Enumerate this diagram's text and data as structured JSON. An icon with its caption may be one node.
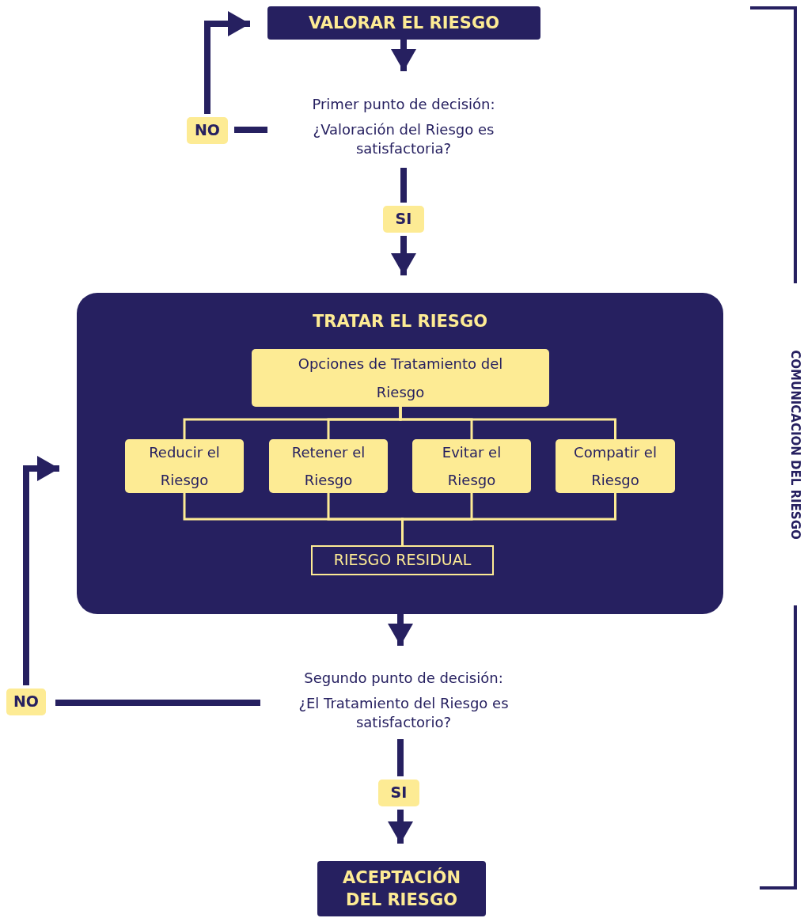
{
  "diagram": {
    "nodes": [
      {
        "text": [
          "VALORAR EL RIESGO"
        ]
      },
      {
        "text": [
          "Primer punto de decisión:",
          "¿Valoración del Riesgo es satisfactoria?"
        ]
      },
      {
        "text": [
          "NO"
        ]
      },
      {
        "text": [
          "SI"
        ]
      },
      {
        "text": [
          "TRATAR EL RIESGO"
        ]
      },
      {
        "text": [
          "Opciones de Tratamiento del Riesgo"
        ],
        "in": 4
      },
      {
        "text": [
          "Reducir el Riesgo"
        ],
        "in": 4
      },
      {
        "text": [
          "Retener el Riesgo"
        ],
        "in": 4
      },
      {
        "text": [
          "Evitar el Riesgo"
        ],
        "in": 4
      },
      {
        "text": [
          "Compatir el Riesgo"
        ],
        "in": 4
      },
      {
        "text": [
          "RIESGO RESIDUAL"
        ],
        "in": 4
      },
      {
        "text": [
          "Segundo punto de decisión:",
          "¿El Tratamiento del Riesgo es satisfactorio?"
        ]
      },
      {
        "text": [
          "NO"
        ]
      },
      {
        "text": [
          "SI"
        ]
      },
      {
        "text": [
          "ACEPTACIÓN DEL RIESGO"
        ]
      }
    ],
    "edges": [
      {
        "from": 0,
        "to": 1,
        "arrow": "to"
      },
      {
        "from": 1,
        "to": 2,
        "arrow": "none"
      },
      {
        "from": 2,
        "to": 0,
        "arrow": "to"
      },
      {
        "from": 1,
        "to": 3,
        "arrow": "none"
      },
      {
        "from": 3,
        "to": 4,
        "arrow": "to"
      },
      {
        "from": 5,
        "to": 6,
        "arrow": "none",
        "color": "#fdeb94"
      },
      {
        "from": 5,
        "to": 7,
        "arrow": "none",
        "color": "#fdeb94"
      },
      {
        "from": 5,
        "to": 8,
        "arrow": "none",
        "color": "#fdeb94"
      },
      {
        "from": 5,
        "to": 9,
        "arrow": "none",
        "color": "#fdeb94"
      },
      {
        "from": 6,
        "to": 10,
        "arrow": "none",
        "color": "#fdeb94"
      },
      {
        "from": 7,
        "to": 10,
        "arrow": "none",
        "color": "#fdeb94"
      },
      {
        "from": 8,
        "to": 10,
        "arrow": "none",
        "color": "#fdeb94"
      },
      {
        "from": 9,
        "to": 10,
        "arrow": "none",
        "color": "#fdeb94"
      },
      {
        "from": 4,
        "to": 11,
        "arrow": "to"
      },
      {
        "from": 11,
        "to": 12,
        "arrow": "none"
      },
      {
        "from": 12,
        "to": 4,
        "arrow": "to"
      },
      {
        "from": 11,
        "to": 13,
        "arrow": "none"
      },
      {
        "from": 13,
        "to": 14,
        "arrow": "to"
      }
    ],
    "labels": [
      "COMUNICACION DEL RIESGO"
    ]
  }
}
